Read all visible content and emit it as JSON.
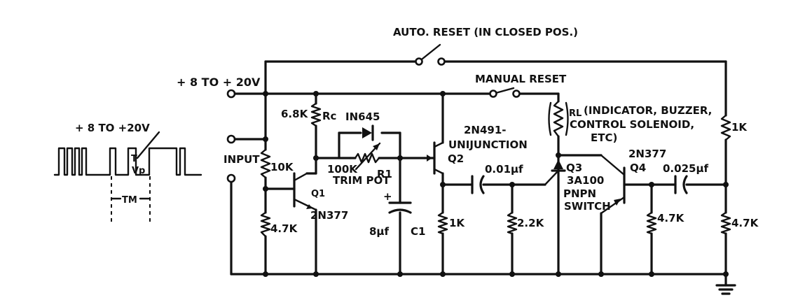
{
  "labels": {
    "auto_reset": "AUTO. RESET (IN CLOSED POS.)",
    "manual_reset": "MANUAL RESET",
    "supply": "+ 8 TO + 20V",
    "input": "INPUT",
    "waveform_supply": "+ 8 TO +20V",
    "waveform_t": "T",
    "waveform_v": "Vp",
    "waveform_tm": "TM",
    "r_6_8k": "6.8K",
    "r_c": "Rc",
    "diode": "IN645",
    "r_10k": "10K",
    "q1": "Q1",
    "q1_type": "2N377",
    "r_4_7k_q1": "4.7K",
    "pot_value": "100K",
    "pot_name": "R1",
    "pot_desc": "TRIM POT",
    "cap_c1_value": "8μf",
    "cap_c1_name": "C1",
    "cap_c1_plus": "+",
    "q2_type": "2N491-",
    "q2_desc": "UNIJUNCTION",
    "q2": "Q2",
    "r_1k_q2": "1K",
    "cap_001": "0.01μf",
    "r_2_2k": "2.2K",
    "load_r": "RL",
    "load_desc_1": "(INDICATOR, BUZZER,",
    "load_desc_2": "CONTROL SOLENOID,",
    "load_desc_3": "ETC)",
    "q3": "Q3",
    "q3_type": "3A100",
    "q3_desc_1": "PNPN",
    "q3_desc_2": "SWITCH",
    "q4_type": "2N377",
    "q4": "Q4",
    "cap_0025": "0.025μf",
    "r_4_7k_q4": "4.7K",
    "r_1k_right": "1K",
    "r_4_7k_right": "4.7K"
  }
}
